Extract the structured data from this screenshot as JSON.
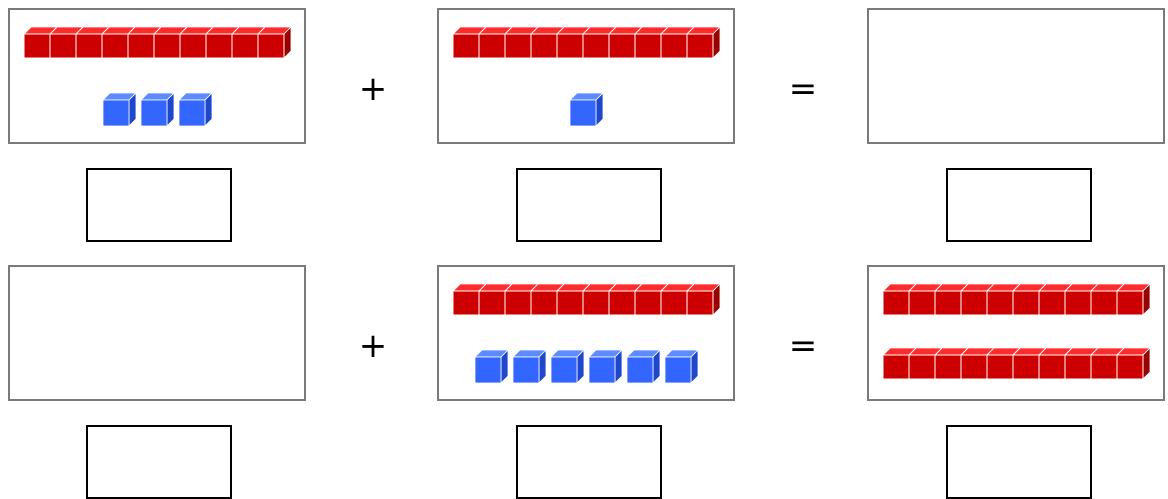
{
  "colors": {
    "ten_front": "#cc0000",
    "ten_top": "#ff2a2a",
    "ten_side": "#990000",
    "one_front": "#3366ff",
    "one_top": "#5c8aff",
    "one_side": "#1f47cc",
    "panel_border": "#7a7a7a",
    "box_border": "#000000"
  },
  "equations": [
    {
      "addend_1": {
        "rods_of_ten": 1,
        "unit_cubes": 3
      },
      "operator": "+",
      "addend_2": {
        "rods_of_ten": 1,
        "unit_cubes": 1
      },
      "equals": "=",
      "sum": {
        "rods_of_ten": 0,
        "unit_cubes": 0
      }
    },
    {
      "addend_1": {
        "rods_of_ten": 0,
        "unit_cubes": 0
      },
      "operator": "+",
      "addend_2": {
        "rods_of_ten": 1,
        "unit_cubes": 6
      },
      "equals": "=",
      "sum": {
        "rods_of_ten": 2,
        "unit_cubes": 0
      }
    }
  ]
}
